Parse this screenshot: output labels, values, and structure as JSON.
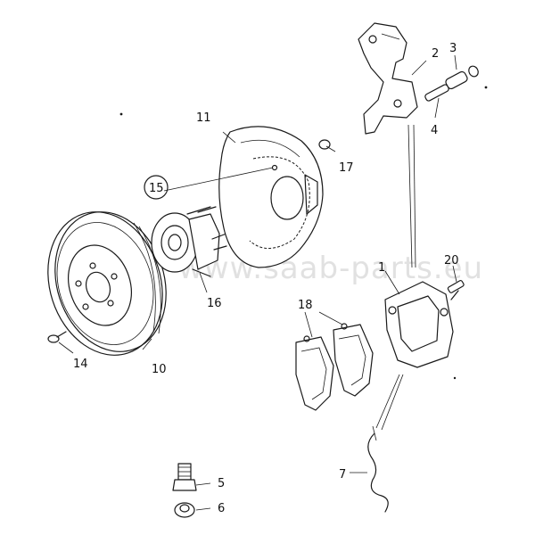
{
  "watermark": "www.saab-parts.eu",
  "callouts": [
    {
      "id": "1",
      "text": "1"
    },
    {
      "id": "2",
      "text": "2"
    },
    {
      "id": "3",
      "text": "3"
    },
    {
      "id": "4",
      "text": "4"
    },
    {
      "id": "5",
      "text": "5"
    },
    {
      "id": "6",
      "text": "6"
    },
    {
      "id": "7",
      "text": "7"
    },
    {
      "id": "10",
      "text": "10"
    },
    {
      "id": "11",
      "text": "11"
    },
    {
      "id": "14",
      "text": "14"
    },
    {
      "id": "15",
      "text": "15",
      "circled": true
    },
    {
      "id": "16",
      "text": "16"
    },
    {
      "id": "17",
      "text": "17"
    },
    {
      "id": "18",
      "text": "18"
    },
    {
      "id": "20",
      "text": "20"
    }
  ]
}
